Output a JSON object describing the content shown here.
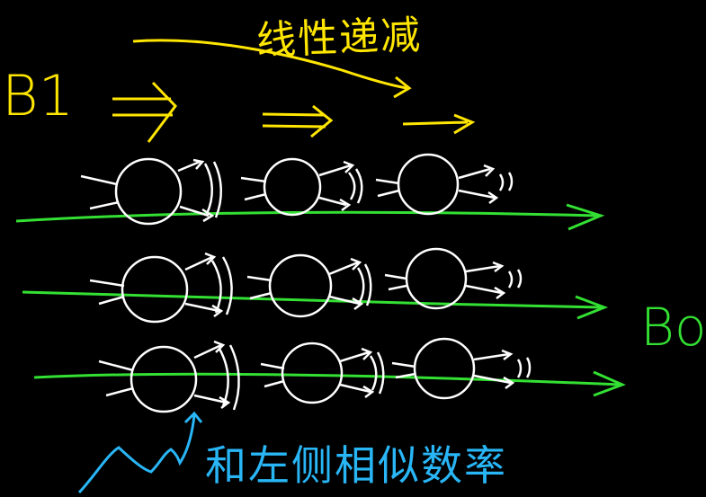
{
  "labels": {
    "title": "线性递减",
    "b1": "B1",
    "b0": "Bo",
    "note": "和左侧相似数率"
  },
  "colors": {
    "background": "#000000",
    "yellow": "#ffe600",
    "green": "#33e033",
    "white": "#ffffff",
    "blue": "#29b6f6"
  }
}
